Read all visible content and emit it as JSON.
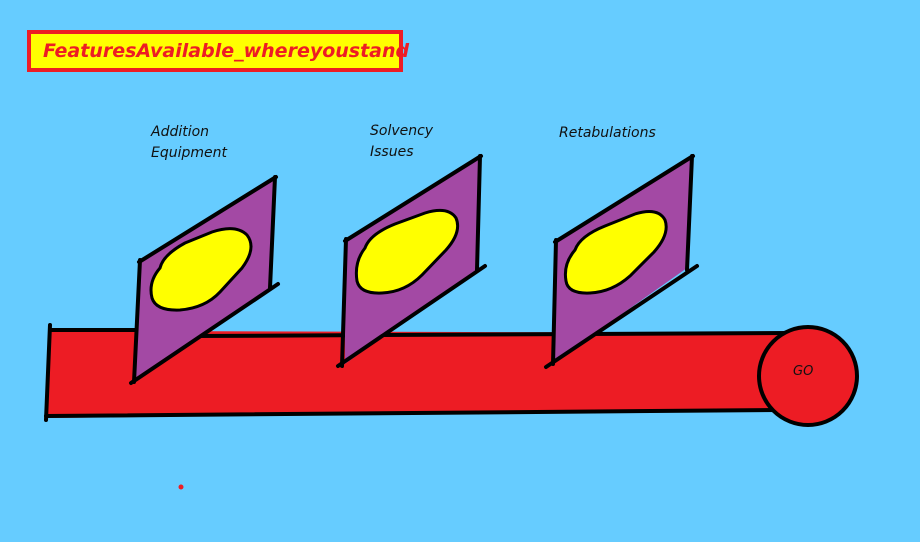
{
  "title": "FeaturesAvailable_whereyoustand",
  "panels": [
    {
      "label_line1": "Addition",
      "label_line2": "Equipment"
    },
    {
      "label_line1": "Solvency",
      "label_line2": "Issues"
    },
    {
      "label_line1": "Retabulations",
      "label_line2": ""
    }
  ],
  "go_label": "GO",
  "colors": {
    "background": "#66ccff",
    "title_fill": "#ffff00",
    "title_text": "#ed1c24",
    "pipe": "#ed1c24",
    "panel": "#a349a4",
    "blob": "#ffff00",
    "outline": "#000000"
  }
}
